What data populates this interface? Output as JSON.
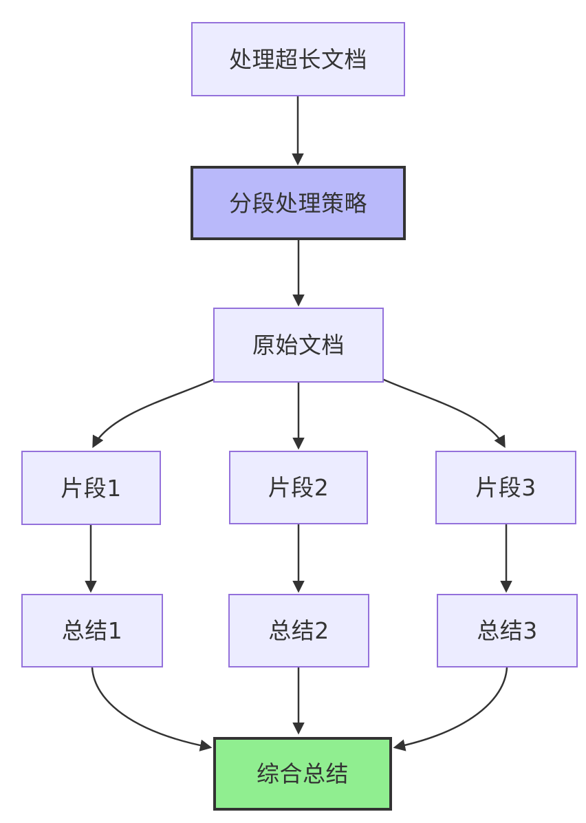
{
  "diagram": {
    "type": "flowchart",
    "direction": "top-down",
    "nodes": [
      {
        "id": "process-long-document",
        "label": "处理超长文档",
        "style": "default"
      },
      {
        "id": "segmented-processing-strategy",
        "label": "分段处理策略",
        "style": "highlight"
      },
      {
        "id": "original-document",
        "label": "原始文档",
        "style": "default"
      },
      {
        "id": "fragment-1",
        "label": "片段1",
        "style": "default"
      },
      {
        "id": "fragment-2",
        "label": "片段2",
        "style": "default"
      },
      {
        "id": "fragment-3",
        "label": "片段3",
        "style": "default"
      },
      {
        "id": "summary-1",
        "label": "总结1",
        "style": "default"
      },
      {
        "id": "summary-2",
        "label": "总结2",
        "style": "default"
      },
      {
        "id": "summary-3",
        "label": "总结3",
        "style": "default"
      },
      {
        "id": "combined-summary",
        "label": "综合总结",
        "style": "success"
      }
    ],
    "edges": [
      {
        "from": "process-long-document",
        "to": "segmented-processing-strategy"
      },
      {
        "from": "segmented-processing-strategy",
        "to": "original-document"
      },
      {
        "from": "original-document",
        "to": "fragment-1"
      },
      {
        "from": "original-document",
        "to": "fragment-2"
      },
      {
        "from": "original-document",
        "to": "fragment-3"
      },
      {
        "from": "fragment-1",
        "to": "summary-1"
      },
      {
        "from": "fragment-2",
        "to": "summary-2"
      },
      {
        "from": "fragment-3",
        "to": "summary-3"
      },
      {
        "from": "summary-1",
        "to": "combined-summary"
      },
      {
        "from": "summary-2",
        "to": "combined-summary"
      },
      {
        "from": "summary-3",
        "to": "combined-summary"
      }
    ],
    "colors": {
      "node_fill": "#ECECFF",
      "node_border": "#9370DB",
      "highlight_fill": "#B9B9FA",
      "highlight_border": "#333333",
      "success_fill": "#90EE90",
      "success_border": "#333333",
      "edge": "#333333",
      "text": "#333333",
      "background": "#FFFFFF"
    }
  }
}
